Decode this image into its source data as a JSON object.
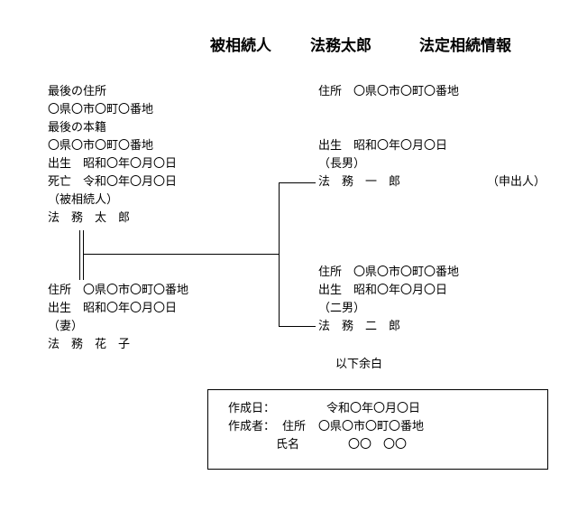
{
  "title": {
    "label": "被相続人",
    "name": "法務太郎",
    "doc_type": "法定相続情報"
  },
  "decedent": {
    "last_address_label": "最後の住所",
    "last_address": "〇県〇市〇町〇番地",
    "last_domicile_label": "最後の本籍",
    "last_domicile": "〇県〇市〇町〇番地",
    "birth": "出生　昭和〇年〇月〇日",
    "death": "死亡　令和〇年〇月〇日",
    "role": "（被相続人）",
    "name": "法　務　太　郎"
  },
  "spouse": {
    "address": "住所　〇県〇市〇町〇番地",
    "birth": "出生　昭和〇年〇月〇日",
    "relation": "（妻）",
    "name": "法　務　花　子"
  },
  "child1": {
    "address": "住所　〇県〇市〇町〇番地",
    "birth": "出生　昭和〇年〇月〇日",
    "relation": "（長男）",
    "name": "法　務　一　郎",
    "applicant": "（申出人）"
  },
  "child2": {
    "address": "住所　〇県〇市〇町〇番地",
    "birth": "出生　昭和〇年〇月〇日",
    "relation": "（二男）",
    "name": "法　務　二　郎"
  },
  "closing": "以下余白",
  "creation": {
    "date_label": "作成日：",
    "date_value": "令和〇年〇月〇日",
    "creator_label": "作成者：",
    "address_label": "住所",
    "address_value": "〇県〇市〇町〇番地",
    "name_label": "氏名",
    "name_value": "〇〇　〇〇"
  }
}
